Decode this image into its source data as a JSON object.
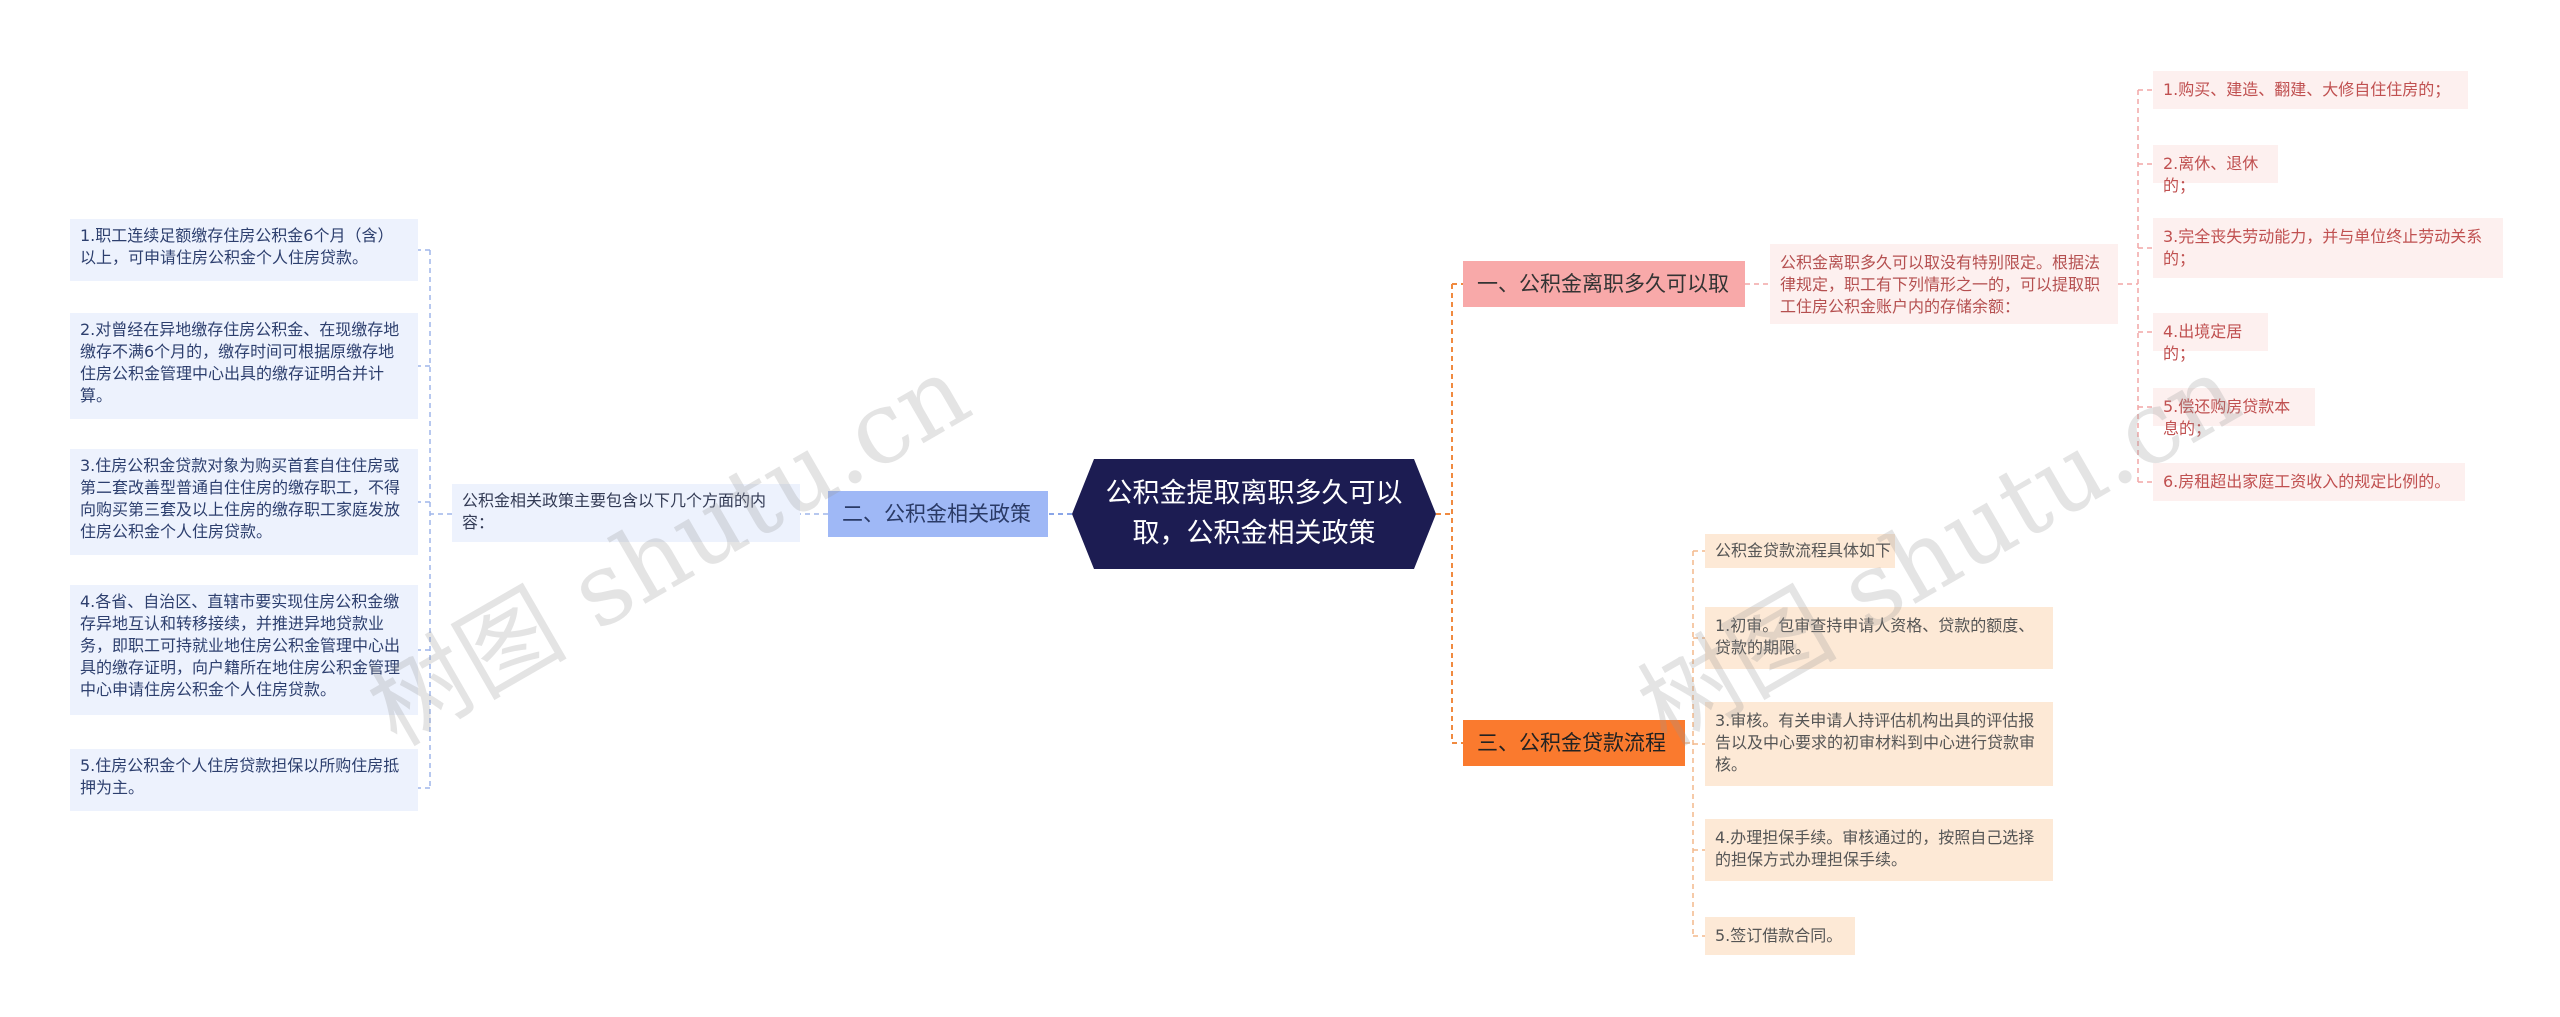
{
  "root": {
    "title": "公积金提取离职多久可以取，公积金相关政策"
  },
  "branch1": {
    "label": "一、公积金离职多久可以取",
    "description": "公积金离职多久可以取没有特别限定。根据法律规定，职工有下列情形之一的，可以提取职工住房公积金账户内的存储余额：",
    "items": [
      "1.购买、建造、翻建、大修自住住房的；",
      "2.离休、退休的；",
      "3.完全丧失劳动能力，并与单位终止劳动关系的；",
      "4.出境定居的；",
      "5.偿还购房贷款本息的；",
      "6.房租超出家庭工资收入的规定比例的。"
    ]
  },
  "branch2": {
    "label": "二、公积金相关政策",
    "description": "公积金相关政策主要包含以下几个方面的内容：",
    "items": [
      "1.职工连续足额缴存住房公积金6个月（含）以上，可申请住房公积金个人住房贷款。",
      "2.对曾经在异地缴存住房公积金、在现缴存地缴存不满6个月的，缴存时间可根据原缴存地住房公积金管理中心出具的缴存证明合并计算。",
      "3.住房公积金贷款对象为购买首套自住住房或第二套改善型普通自住住房的缴存职工，不得向购买第三套及以上住房的缴存职工家庭发放住房公积金个人住房贷款。",
      "4.各省、自治区、直辖市要实现住房公积金缴存异地互认和转移接续，并推进异地贷款业务，即职工可持就业地住房公积金管理中心出具的缴存证明，向户籍所在地住房公积金管理中心申请住房公积金个人住房贷款。",
      "5.住房公积金个人住房贷款担保以所购住房抵押为主。"
    ]
  },
  "branch3": {
    "label": "三、公积金贷款流程",
    "description": "公积金贷款流程具体如下",
    "items": [
      "1.初审。包审查持申请人资格、贷款的额度、贷款的期限。",
      "3.审核。有关申请人持评估机构出具的评估报告以及中心要求的初审材料到中心进行贷款审核。",
      "4.办理担保手续。审核通过的，按照自己选择的担保方式办理担保手续。",
      "5.签订借款合同。"
    ]
  },
  "watermark": [
    "树图 shutu.cn",
    "树图 shutu.cn"
  ],
  "colors": {
    "root": "#1c1c52",
    "branch1": "#f8a9a9",
    "branch2": "#9fb8f6",
    "branch3": "#fa7a2e",
    "connector": "#f08a40"
  }
}
